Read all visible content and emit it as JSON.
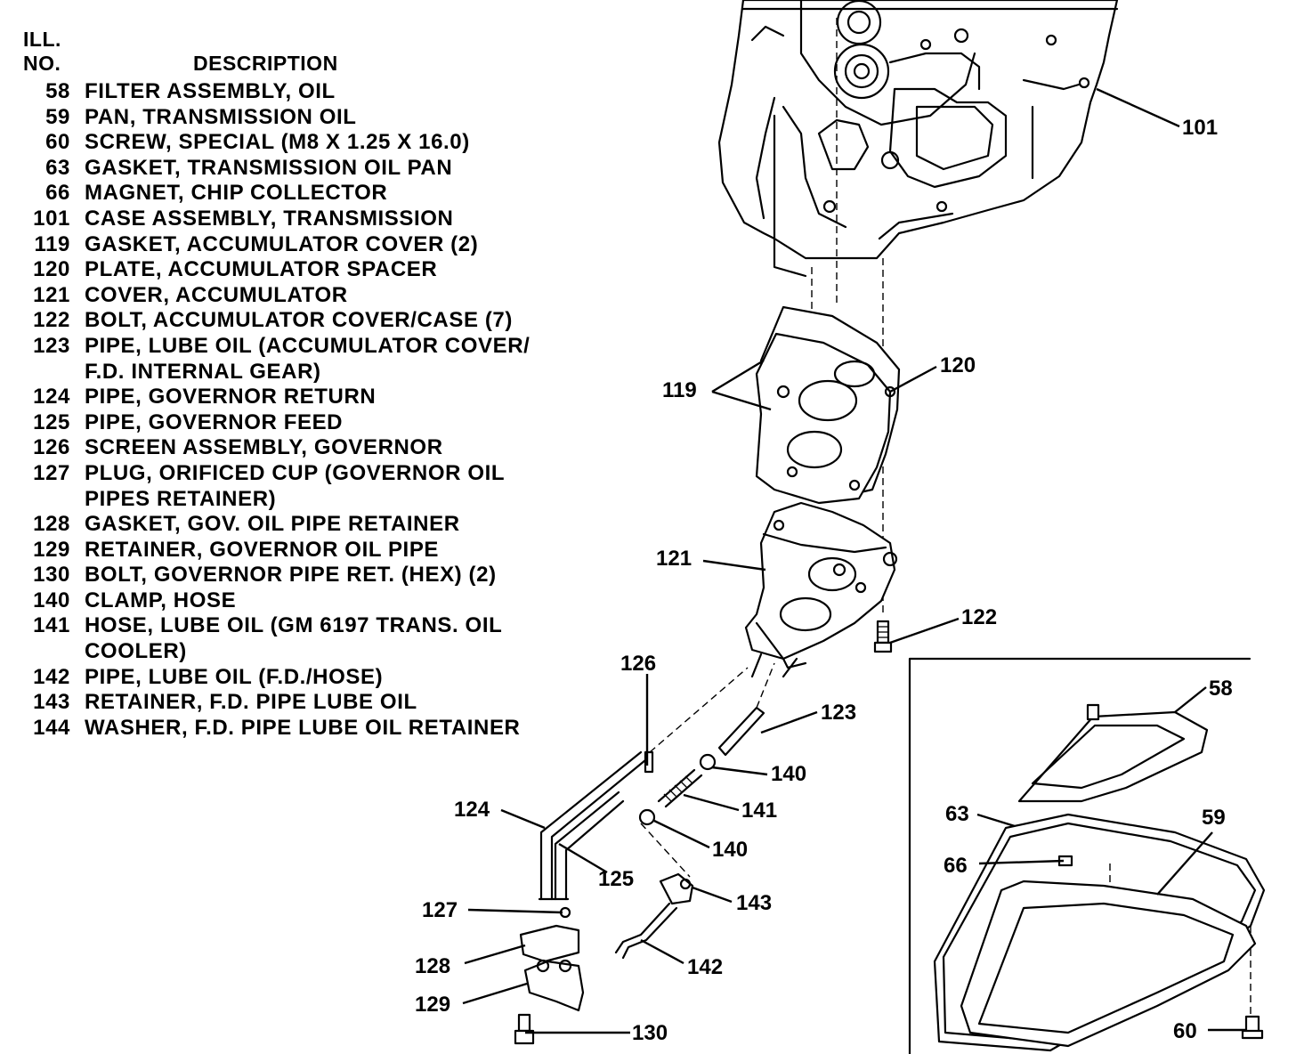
{
  "legend": {
    "header_ill": "ILL.",
    "header_no": "NO.",
    "header_description": "DESCRIPTION",
    "items": [
      {
        "no": "58",
        "desc": "FILTER ASSEMBLY, OIL"
      },
      {
        "no": "59",
        "desc": "PAN, TRANSMISSION OIL"
      },
      {
        "no": "60",
        "desc": "SCREW, SPECIAL (M8 X 1.25 X 16.0)"
      },
      {
        "no": "63",
        "desc": "GASKET, TRANSMISSION OIL PAN"
      },
      {
        "no": "66",
        "desc": "MAGNET, CHIP COLLECTOR"
      },
      {
        "no": "101",
        "desc": "CASE ASSEMBLY, TRANSMISSION"
      },
      {
        "no": "119",
        "desc": "GASKET, ACCUMULATOR COVER (2)"
      },
      {
        "no": "120",
        "desc": "PLATE, ACCUMULATOR SPACER"
      },
      {
        "no": "121",
        "desc": "COVER, ACCUMULATOR"
      },
      {
        "no": "122",
        "desc": "BOLT, ACCUMULATOR COVER/CASE (7)"
      },
      {
        "no": "123",
        "desc": "PIPE, LUBE OIL (ACCUMULATOR COVER/\nF.D. INTERNAL GEAR)"
      },
      {
        "no": "124",
        "desc": "PIPE, GOVERNOR RETURN"
      },
      {
        "no": "125",
        "desc": "PIPE, GOVERNOR FEED"
      },
      {
        "no": "126",
        "desc": "SCREEN ASSEMBLY, GOVERNOR"
      },
      {
        "no": "127",
        "desc": "PLUG, ORIFICED CUP (GOVERNOR OIL\nPIPES RETAINER)"
      },
      {
        "no": "128",
        "desc": "GASKET, GOV. OIL PIPE RETAINER"
      },
      {
        "no": "129",
        "desc": "RETAINER, GOVERNOR OIL PIPE"
      },
      {
        "no": "130",
        "desc": "BOLT, GOVERNOR PIPE RET. (HEX) (2)"
      },
      {
        "no": "140",
        "desc": "CLAMP, HOSE"
      },
      {
        "no": "141",
        "desc": "HOSE, LUBE OIL (GM 6197 TRANS. OIL\nCOOLER)"
      },
      {
        "no": "142",
        "desc": "PIPE, LUBE OIL (F.D./HOSE)"
      },
      {
        "no": "143",
        "desc": "RETAINER, F.D. PIPE LUBE OIL"
      },
      {
        "no": "144",
        "desc": "WASHER, F.D. PIPE LUBE OIL RETAINER"
      }
    ]
  },
  "callouts": {
    "c101": "101",
    "c119": "119",
    "c120": "120",
    "c121": "121",
    "c122": "122",
    "c126": "126",
    "c123": "123",
    "c140a": "140",
    "c141": "141",
    "c140b": "140",
    "c124": "124",
    "c125": "125",
    "c143": "143",
    "c127": "127",
    "c128": "128",
    "c142": "142",
    "c129": "129",
    "c130": "130",
    "c58": "58",
    "c63": "63",
    "c59": "59",
    "c66": "66",
    "c60": "60"
  }
}
